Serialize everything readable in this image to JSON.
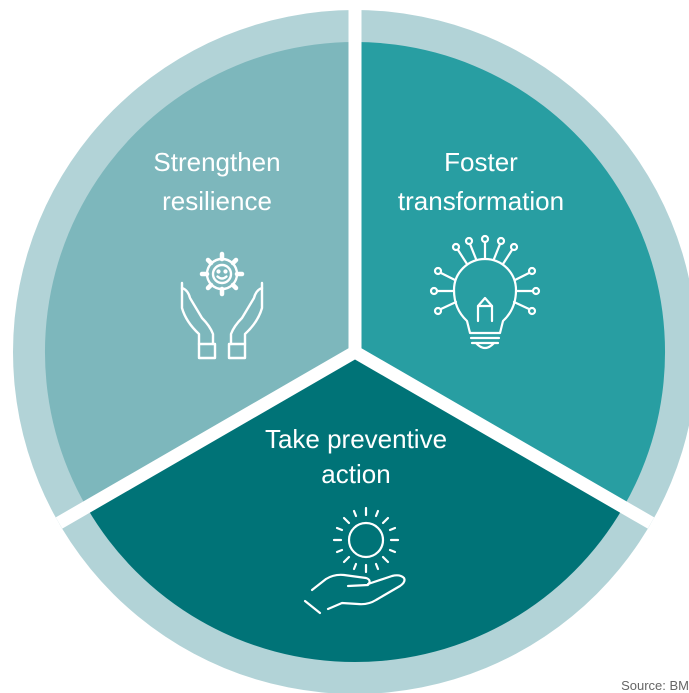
{
  "colors": {
    "ring": "#b2d3d7",
    "divider": "#ffffff",
    "segment_resilience": "#7db7bc",
    "segment_transformation": "#289ea2",
    "segment_preventive": "#007377",
    "icon_stroke": "#ffffff"
  },
  "segments": [
    {
      "key": "resilience",
      "line1": "Strengthen",
      "line2": "resilience",
      "icon": "hands-gear-icon"
    },
    {
      "key": "transformation",
      "line1": "Foster",
      "line2": "transformation",
      "icon": "circuit-lightbulb-icon"
    },
    {
      "key": "preventive",
      "line1": "Take preventive",
      "line2": "action",
      "icon": "hand-sun-icon"
    }
  ],
  "source_note": "Source: BM"
}
